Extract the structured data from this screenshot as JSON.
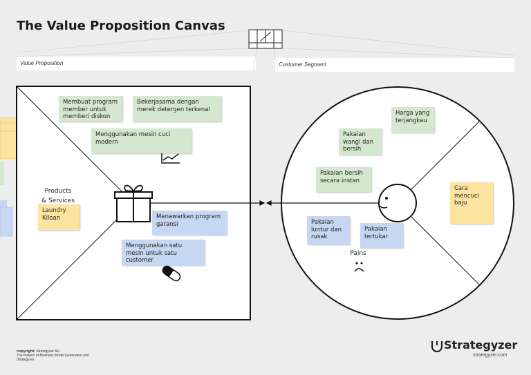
{
  "header": {
    "title": "The Value Proposition Canvas"
  },
  "bands": {
    "value_proposition": "Value Proposition",
    "customer_segment": "Customer Segment"
  },
  "value_map": {
    "products_label": "Products\n& Services",
    "notes": {
      "gain_creator_1": "Membuat program member untuk memberi diskon",
      "gain_creator_2": "Bekerjasama dengan merek detergen terkenal",
      "gain_creator_3": "Menggunakan mesin cuci modern",
      "product_1": "Laundry Kiloan",
      "pain_reliever_1": "Menawarkan program garansi",
      "pain_reliever_2": "Menggunakan satu mesin untuk satu customer"
    }
  },
  "customer_profile": {
    "pains_label": "Pains",
    "notes": {
      "gain_1": "Harga yang terjangkau",
      "gain_2": "Pakaian wangi dan bersih",
      "gain_3": "Pakaian bersih secara instan",
      "job_1": "Cara mencuci baju",
      "pain_1": "Pakaian luntur dan rusak",
      "pain_2": "Pakaian tertukar"
    }
  },
  "footer": {
    "copyright_label": "copyright:",
    "copyright_owner": "Strategyzer AG",
    "tagline": "The makers of Business Model Generation and Strategyzer",
    "brand": "Strategyzer",
    "brand_url": "strategyzer.com"
  },
  "colors": {
    "gain_note": "#d5e8cf",
    "pain_note": "#c6d7f2",
    "product_note": "#fbe4a0"
  }
}
